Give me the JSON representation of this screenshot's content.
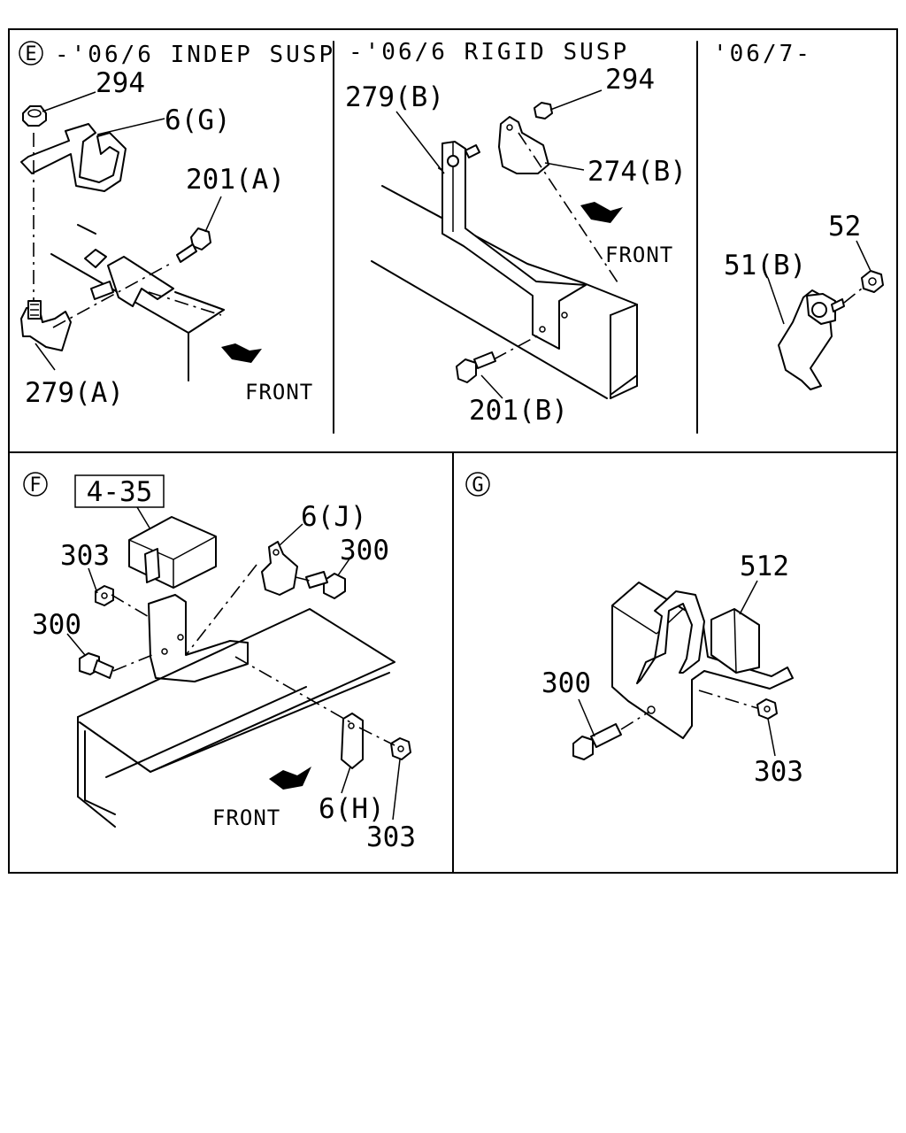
{
  "panels": {
    "e": {
      "marker": "E",
      "sub1_header": "-'06/6 INDEP SUSP",
      "sub2_header": "-'06/6 RIGID SUSP",
      "sub3_header": "'06/7-",
      "sub1_labels": {
        "nut": "294",
        "clip": "6(G)",
        "bolt": "201(A)",
        "bracket": "279(A)",
        "front": "FRONT"
      },
      "sub2_labels": {
        "bracket": "279(B)",
        "nut": "294",
        "clip": "274(B)",
        "front": "FRONT",
        "bolt": "201(B)"
      },
      "sub3_labels": {
        "nut": "52",
        "clip": "51(B)"
      }
    },
    "f": {
      "marker": "F",
      "ref_box": "4-35",
      "labels": {
        "clip_j": "6(J)",
        "nut_top": "303",
        "bolt_top": "300",
        "bolt_left": "300",
        "front": "FRONT",
        "clip_h": "6(H)",
        "nut_bottom": "303"
      }
    },
    "g": {
      "marker": "G",
      "labels": {
        "clip": "512",
        "bolt": "300",
        "nut": "303"
      }
    }
  }
}
